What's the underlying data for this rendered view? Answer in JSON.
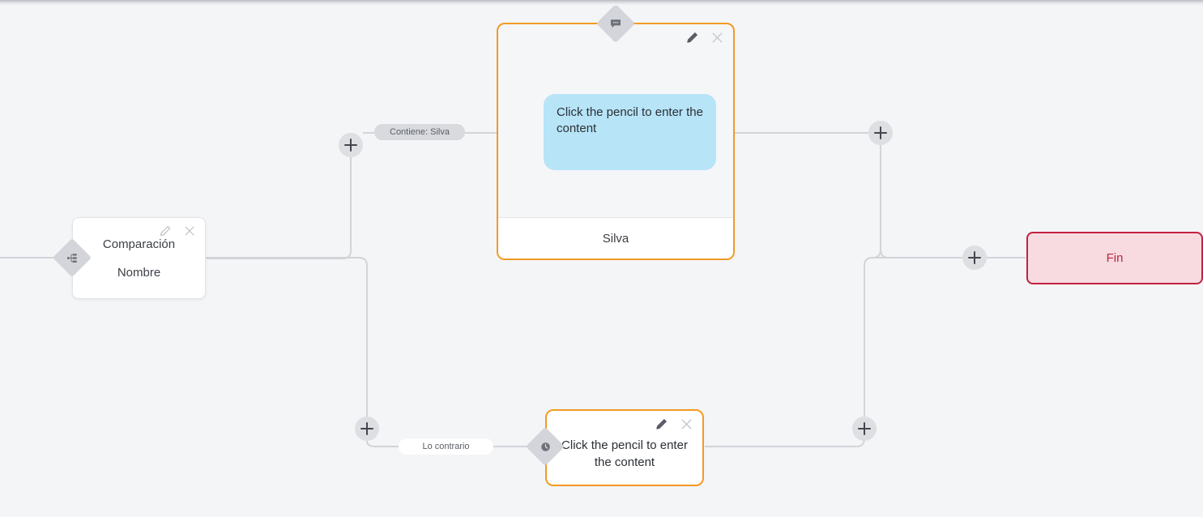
{
  "canvas": {
    "background": "#f4f5f7",
    "accent_orange": "#f39a23",
    "accent_red": "#c2213f",
    "bubble_blue": "#b7e4f7",
    "connector_grey": "#d2d4d8"
  },
  "nodes": {
    "comparison": {
      "name": "comparison-node",
      "title": "Comparación",
      "subtitle": "Nombre",
      "edit_icon": "pencil-icon",
      "close_icon": "close-icon",
      "badge_icon": "branch-icon"
    },
    "message_top": {
      "name": "message-node-top",
      "bubble_text": "Click the pencil to enter the content",
      "footer_label": "Silva",
      "edit_icon": "pencil-icon",
      "close_icon": "close-icon",
      "badge_icon": "chat-bubble-icon"
    },
    "message_bottom": {
      "name": "message-node-bottom",
      "text": "Click the pencil to enter the content",
      "edit_icon": "pencil-icon",
      "close_icon": "close-icon",
      "badge_icon": "clock-icon"
    },
    "end": {
      "name": "end-node",
      "label": "Fin"
    }
  },
  "edge_labels": {
    "contains": "Contiene: Silva",
    "otherwise": "Lo contrario"
  },
  "add_buttons": [
    {
      "id": "add-branch-true",
      "label": "+"
    },
    {
      "id": "add-branch-false",
      "label": "+"
    },
    {
      "id": "add-after-message-top",
      "label": "+"
    },
    {
      "id": "add-after-message-bottom",
      "label": "+"
    },
    {
      "id": "add-before-end",
      "label": "+"
    }
  ]
}
